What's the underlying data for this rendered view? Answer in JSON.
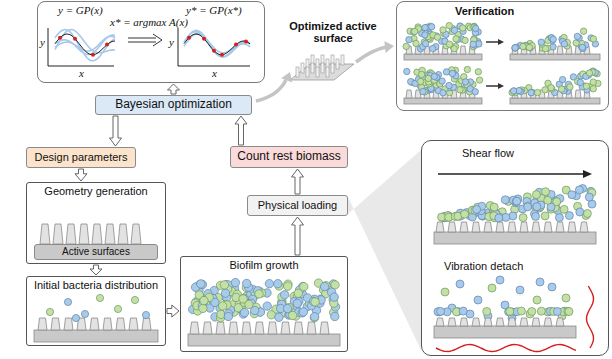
{
  "diagram": {
    "nodes": [
      {
        "text": [
          "y = GP(x)",
          "x* = argmax A(x)",
          "y* = GP(x*)"
        ]
      },
      {
        "text": [
          "Bayesian optimization"
        ]
      },
      {
        "text": [
          "Design parameters"
        ]
      },
      {
        "text": [
          "Geometry generation"
        ]
      },
      {
        "text": [
          "Active surfaces"
        ],
        "in": 3
      },
      {
        "text": [
          "Initial bacteria distribution"
        ]
      },
      {
        "text": [
          "Biofilm growth"
        ]
      },
      {
        "text": [
          "Physical loading"
        ]
      },
      {
        "text": [
          "Count rest biomass"
        ]
      },
      {
        "text": [
          "Verification"
        ]
      },
      {
        "text": [
          "Shear flow",
          "Vibration detach"
        ]
      }
    ],
    "edges": [
      {
        "from": 1,
        "to": 0,
        "arrow": "to"
      },
      {
        "from": 1,
        "to": 2,
        "arrow": "to"
      },
      {
        "from": 2,
        "to": 3,
        "arrow": "to"
      },
      {
        "from": 3,
        "to": 5,
        "arrow": "to"
      },
      {
        "from": 5,
        "to": 6,
        "arrow": "to"
      },
      {
        "from": 6,
        "to": 7,
        "arrow": "to"
      },
      {
        "from": 7,
        "to": 8,
        "arrow": "to"
      },
      {
        "from": 8,
        "to": 1,
        "arrow": "to"
      }
    ],
    "labels": [
      "y",
      "x",
      "y",
      "x",
      "Optimized active surface"
    ]
  }
}
